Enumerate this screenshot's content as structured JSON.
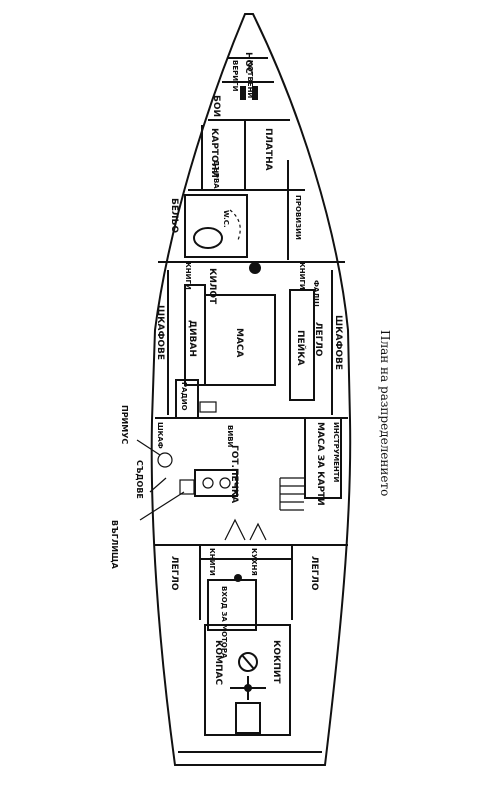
{
  "caption": "План на разпределението",
  "labels": {
    "nos": "НОС",
    "verigi": "ВЕРИГИ",
    "kotveni": "КОТВЕНИ",
    "boi": "БОИ",
    "kartoni": "КАРТОНИ",
    "darva": "ДЪРВА",
    "platna": "ПЛАТНА",
    "belio": "БЕЛЬО",
    "wc": "W.C.",
    "provizii": "ПРОВИЗИИ",
    "knigi_top": "КНИГИ",
    "knigi_right": "КНИГИ",
    "kilot": "КИЛОТ",
    "falsh": "ФАЛШ",
    "shkafove_left": "ШКАФОВЕ",
    "shkafove_right": "ШКАФОВЕ",
    "divan": "ДИВАН",
    "masa": "МАСА",
    "peika": "ПЕЙКА",
    "leglo_mid": "ЛЕГЛО",
    "radio": "РАДИО",
    "shkaf": "ШКАФ",
    "bivvi": "ВИВИ",
    "masa_karti": "МАСА ЗА КАРТИ",
    "instrumenti": "ИНСТРУМЕНТИ",
    "got_pechka": "ГОТ.ПЕЧКА",
    "knigi_bottom": "КНИГИ",
    "kuhnia": "КУХНЯ",
    "leglo_left": "ЛЕГЛО",
    "leglo_right": "ЛЕГЛО",
    "vhod_motor": "ВХОД ЗА МОТОРА",
    "kompas": "КОМПАС",
    "kokpit": "КОКПИТ"
  },
  "callouts": {
    "primus": "ПРИМУС",
    "sadove": "СЪДОВЕ",
    "vaglishta": "ВЪГЛИЩА"
  }
}
